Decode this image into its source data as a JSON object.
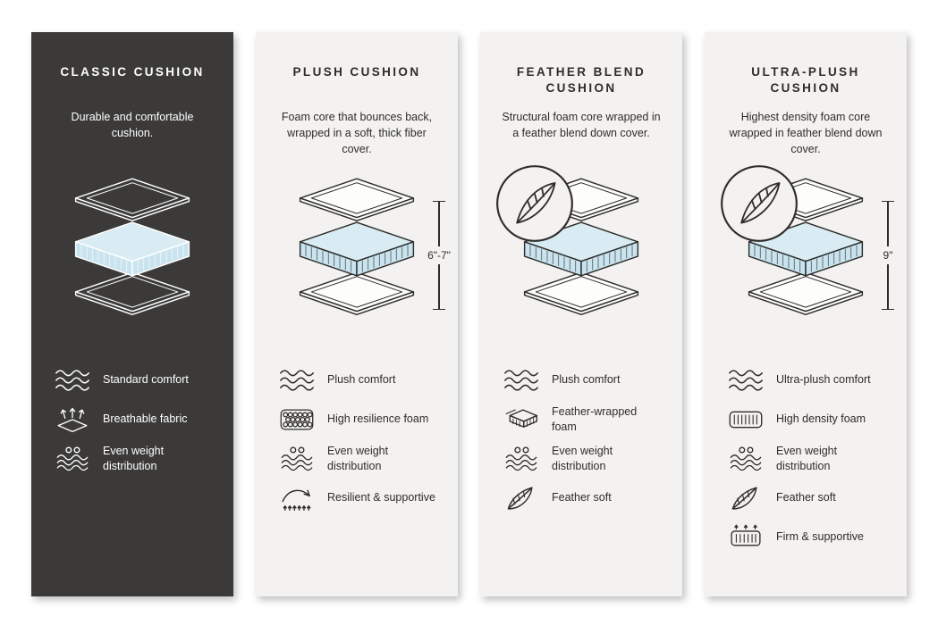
{
  "columns": [
    {
      "title": "CLASSIC CUSHION",
      "description": "Durable and comfortable cushion.",
      "diagram": {
        "has_feather_badge": false,
        "measurement_label": ""
      },
      "features": [
        {
          "icon": "wave-comfort-icon",
          "label": "Standard comfort"
        },
        {
          "icon": "breathable-fabric-icon",
          "label": "Breathable fabric"
        },
        {
          "icon": "even-weight-distribution-icon",
          "label": "Even weight distribution"
        }
      ]
    },
    {
      "title": "PLUSH CUSHION",
      "description": "Foam core that bounces back, wrapped in a soft, thick fiber cover.",
      "diagram": {
        "has_feather_badge": false,
        "measurement_label": "6\"-7\""
      },
      "features": [
        {
          "icon": "wave-comfort-icon",
          "label": "Plush comfort"
        },
        {
          "icon": "foam-bubbles-icon",
          "label": "High resilience foam"
        },
        {
          "icon": "even-weight-distribution-icon",
          "label": "Even weight distribution"
        },
        {
          "icon": "spring-bounce-icon",
          "label": "Resilient & supportive"
        }
      ]
    },
    {
      "title": "FEATHER BLEND CUSHION",
      "description": "Structural foam core wrapped in a feather blend down cover.",
      "diagram": {
        "has_feather_badge": true,
        "measurement_label": ""
      },
      "features": [
        {
          "icon": "wave-comfort-icon",
          "label": "Plush comfort"
        },
        {
          "icon": "feather-wrapped-foam-icon",
          "label": "Feather-wrapped foam"
        },
        {
          "icon": "even-weight-distribution-icon",
          "label": "Even weight distribution"
        },
        {
          "icon": "feather-icon",
          "label": "Feather soft"
        }
      ]
    },
    {
      "title": "ULTRA-PLUSH CUSHION",
      "description": "Highest density foam core wrapped in feather blend down cover.",
      "diagram": {
        "has_feather_badge": true,
        "measurement_label": "9\""
      },
      "features": [
        {
          "icon": "wave-comfort-icon",
          "label": "Ultra-plush comfort"
        },
        {
          "icon": "high-density-foam-icon",
          "label": "High density foam"
        },
        {
          "icon": "even-weight-distribution-icon",
          "label": "Even weight distribution"
        },
        {
          "icon": "feather-icon",
          "label": "Feather soft"
        },
        {
          "icon": "firm-supportive-icon",
          "label": "Firm & supportive"
        }
      ]
    }
  ],
  "colors": {
    "dark_card": "#3b3a39",
    "light_card": "#f3f2f1",
    "foam_top_blue": "#d9ecf3",
    "foam_side_blue": "#c9e4ee",
    "text_dark": "#2e2d2c",
    "text_light": "#ffffff"
  }
}
